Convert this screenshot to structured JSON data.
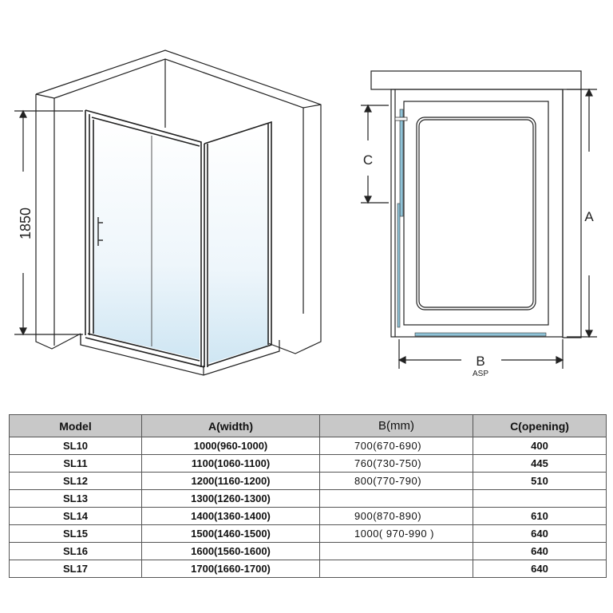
{
  "diagram": {
    "left_view": {
      "title": "3D view of shower enclosure",
      "height_label": "1850"
    },
    "right_view": {
      "title": "Plan view",
      "labels": {
        "a": "A",
        "b": "B",
        "b_sub": "ASP",
        "c": "C"
      }
    },
    "colors": {
      "glass": "#8fc3d8",
      "line": "#222222",
      "wall_fill": "#ffffff"
    }
  },
  "table": {
    "headers": [
      "Model",
      "A(width)",
      "B(mm)",
      "C(opening)"
    ],
    "rows": [
      {
        "model": "SL10",
        "a": "1000(960-1000)",
        "b": "700(670-690)",
        "c": "400"
      },
      {
        "model": "SL11",
        "a": "1100(1060-1100)",
        "b": "760(730-750)",
        "c": "445"
      },
      {
        "model": "SL12",
        "a": "1200(1160-1200)",
        "b": "800(770-790)",
        "c": "510"
      },
      {
        "model": "SL13",
        "a": "1300(1260-1300)",
        "b": "",
        "c": ""
      },
      {
        "model": "SL14",
        "a": "1400(1360-1400)",
        "b": "900(870-890)",
        "c": "610"
      },
      {
        "model": "SL15",
        "a": "1500(1460-1500)",
        "b": "1000( 970-990 )",
        "c": "640"
      },
      {
        "model": "SL16",
        "a": "1600(1560-1600)",
        "b": "",
        "c": "640"
      },
      {
        "model": "SL17",
        "a": "1700(1660-1700)",
        "b": "",
        "c": "640"
      }
    ],
    "header_bg": "#c8c8c8"
  }
}
